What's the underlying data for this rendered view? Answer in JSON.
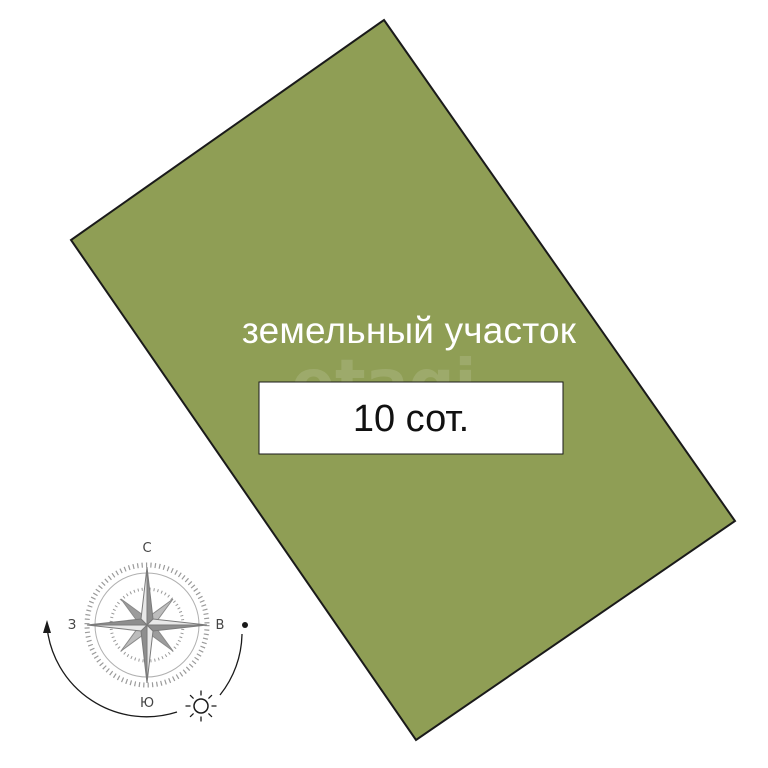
{
  "plot": {
    "label": "земельный участок",
    "area": "10 сот.",
    "fill_color": "#8f9e55",
    "outline_color": "#1a1a1a"
  },
  "watermark": {
    "text": "etagi"
  },
  "compass": {
    "north": "С",
    "south": "Ю",
    "west": "З",
    "east": "В",
    "icons": [
      "compass-rose-icon",
      "sun-icon",
      "sun-path-arrow-icon"
    ]
  }
}
